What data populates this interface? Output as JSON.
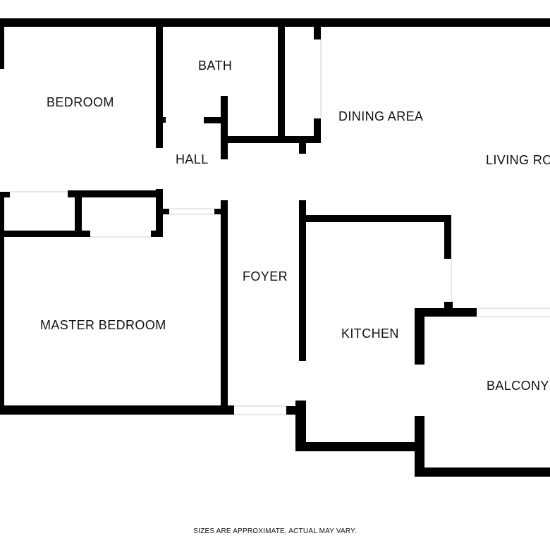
{
  "rooms": {
    "bedroom": "BEDROOM",
    "bath": "BATH",
    "dining_area": "DINING AREA",
    "living_room": "LIVING ROOM",
    "hall": "HALL",
    "foyer": "FOYER",
    "master_bedroom": "MASTER BEDROOM",
    "kitchen": "KITCHEN",
    "balcony": "BALCONY"
  },
  "disclaimer": "SIZES ARE APPROXIMATE, ACTUAL MAY VARY.",
  "colors": {
    "wall": "#000000",
    "background": "#ffffff",
    "text": "#111111"
  }
}
